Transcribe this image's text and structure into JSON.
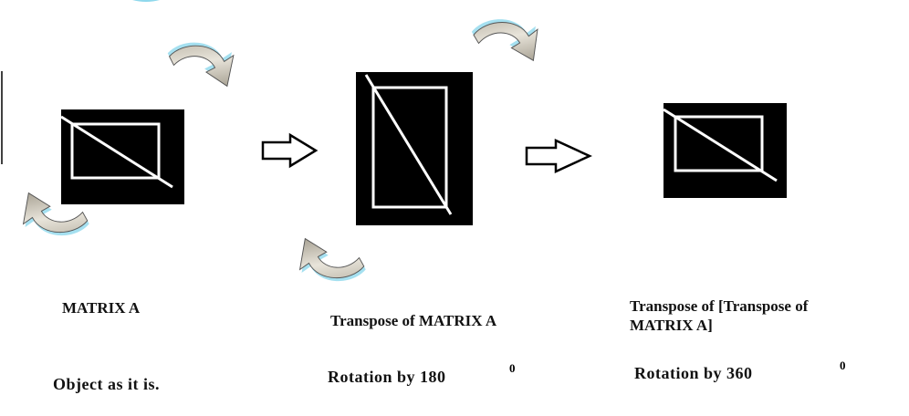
{
  "labels": {
    "matrix_a": "MATRIX  A",
    "transpose_a": "Transpose of MATRIX A",
    "transpose_transpose_a": "Transpose of [Transpose of MATRIX A]"
  },
  "rotations": {
    "as_is": "Object as it is.",
    "by_180": "Rotation by 180",
    "by_360": "Rotation by 360",
    "degree_mark": "0"
  },
  "colors": {
    "panel": "#000000",
    "outline": "#ffffff",
    "curved_arrow_fill": "#c8c2b4",
    "curved_arrow_glow": "#8fd8ec"
  },
  "icons": [
    "right-arrow-icon",
    "curved-rotation-arrow-icon"
  ]
}
